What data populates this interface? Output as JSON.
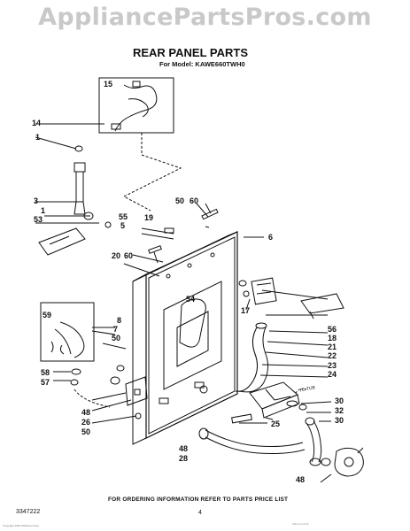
{
  "watermark": "AppliancePartsPros.com",
  "title": "REAR PANEL PARTS",
  "subtitle": "For Model: KAWE660TWH0",
  "footer_note": "FOR ORDERING INFORMATION REFER TO PARTS PRICE LIST",
  "doc_number": "3347222",
  "page_number": "4",
  "fine_print_left": "Copyright 1991 Whirlpool Corp.",
  "fine_print_right": "Litho in U.S.A.",
  "annotation_to_tub": "TO TUB",
  "callouts": {
    "c15": "15",
    "c14": "14",
    "c1a": "1",
    "c3": "3",
    "c1b": "1",
    "c53": "53",
    "c50a": "50",
    "c60a": "60",
    "c55": "55",
    "c5": "5",
    "c19": "19",
    "c6": "6",
    "c20": "20",
    "c60b": "60",
    "c54": "54",
    "c59": "59",
    "c8": "8",
    "c7": "7",
    "c50b": "50",
    "c17": "17",
    "c56": "56",
    "c18": "18",
    "c21": "21",
    "c22": "22",
    "c23": "23",
    "c24": "24",
    "c58": "58",
    "c57": "57",
    "c48a": "48",
    "c26": "26",
    "c50c": "50",
    "c25": "25",
    "c30a": "30",
    "c32": "32",
    "c30b": "30",
    "c48b": "48",
    "c28": "28",
    "c48c": "48"
  }
}
